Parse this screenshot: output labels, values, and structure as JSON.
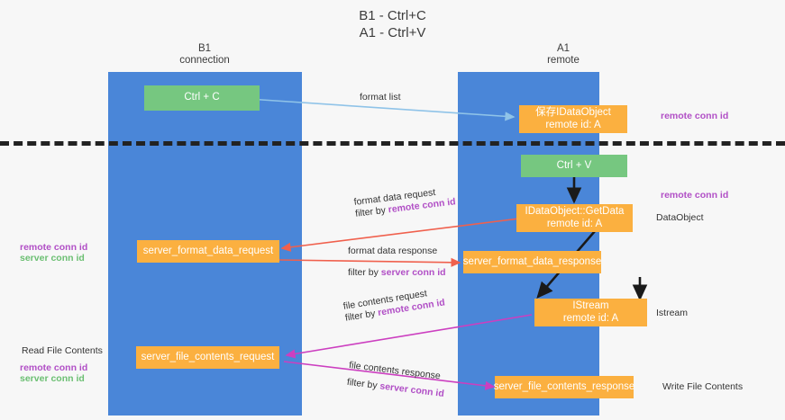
{
  "title": {
    "line1": "B1 - Ctrl+C",
    "line2": "A1 - Ctrl+V"
  },
  "columns": {
    "b1": {
      "name": "B1",
      "sub": "connection"
    },
    "a1": {
      "name": "A1",
      "sub": "remote"
    }
  },
  "boxes": {
    "ctrl_c": "Ctrl + C",
    "ctrl_v": "Ctrl + V",
    "save_idataobject_line1": "保存IDataObject",
    "save_idataobject_line2": "remote id: A",
    "getdata_line1": "IDataObject::GetData",
    "getdata_line2": "remote id: A",
    "istream_line1": "IStream",
    "istream_line2": "remote id: A",
    "server_format_data_request": "server_format_data_request",
    "server_format_data_response": "server_format_data_response",
    "server_file_contents_request": "server_file_contents_request",
    "server_file_contents_response": "server_file_contents_response"
  },
  "edges": {
    "format_list": "format list",
    "format_data_request": "format data request",
    "format_data_request_filter_prefix": "filter by ",
    "format_data_request_filter_key": "remote conn id",
    "format_data_response": "format data response",
    "format_data_response_filter_prefix": "filter by ",
    "format_data_response_filter_key": "server conn id",
    "file_contents_request": "file contents request",
    "file_contents_request_filter_prefix": "filter by ",
    "file_contents_request_filter_key": "remote conn id",
    "file_contents_response": "file contents response",
    "file_contents_response_filter_prefix": "filter by ",
    "file_contents_response_filter_key": "server conn id"
  },
  "annotations": {
    "right_remote_conn_id_top": "remote conn id",
    "right_remote_conn_id_mid": "remote conn id",
    "right_dataobject": "DataObject",
    "right_istream": "Istream",
    "right_write_file_contents": "Write File Contents",
    "left_remote_conn_id_mid": "remote conn id",
    "left_server_conn_id_mid": "server conn id",
    "left_read_file_contents": "Read File Contents",
    "left_remote_conn_id_bottom": "remote conn id",
    "left_server_conn_id_bottom": "server conn id"
  },
  "colors": {
    "lane": "#4a86d8",
    "box_orange": "#fbb040",
    "box_green": "#76c780",
    "accent_pink": "#b14fc6",
    "accent_green": "#6bbf72",
    "arrow_red": "#f0604d",
    "arrow_magenta": "#cc3fc0",
    "arrow_blue": "#8fc3e8",
    "arrow_black": "#1a1a1a",
    "background": "#f7f7f7"
  }
}
